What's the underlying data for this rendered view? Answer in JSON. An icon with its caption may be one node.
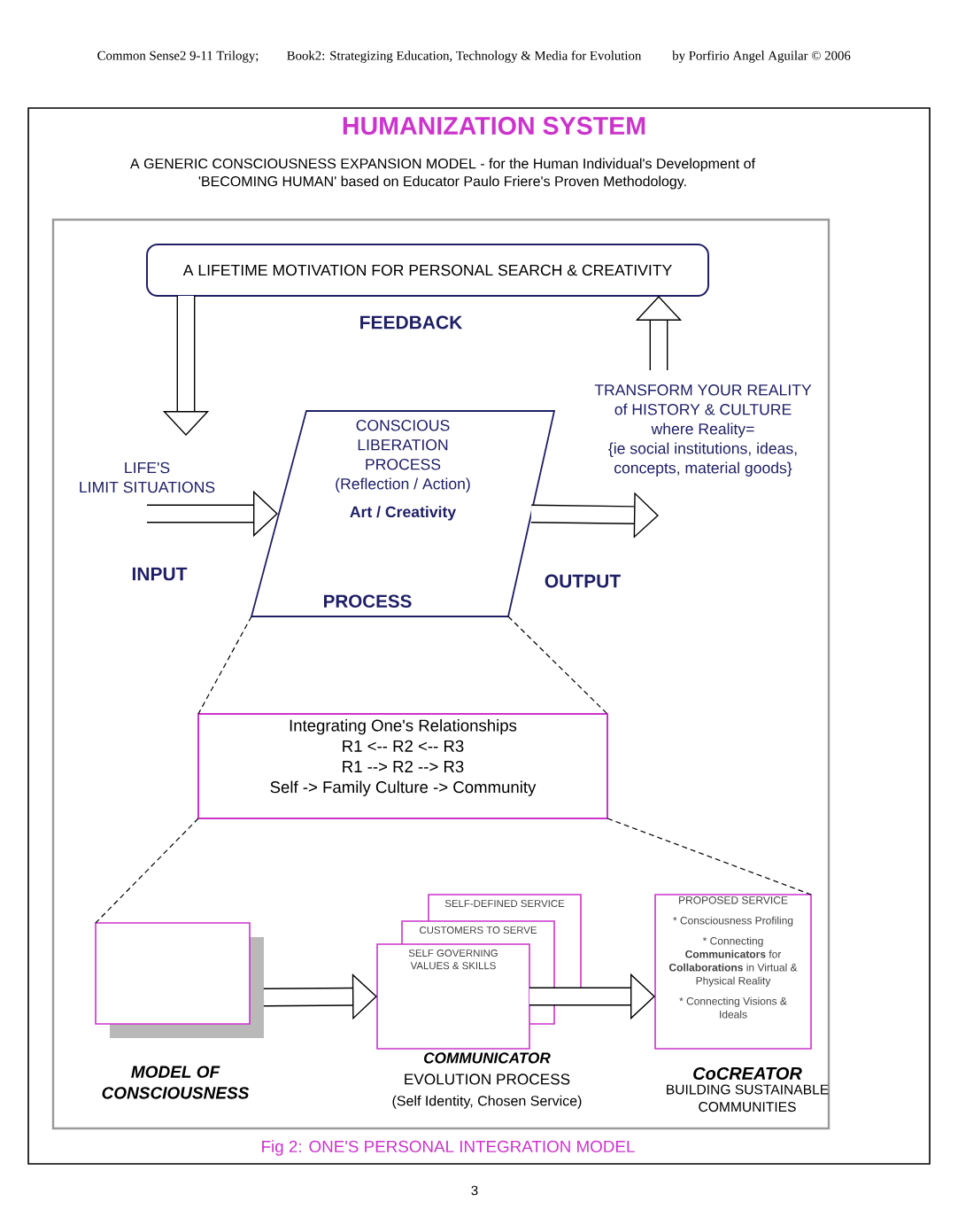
{
  "diagram": {
    "title": "HUMANIZATION SYSTEM",
    "caption": "Fig 2: ONE'S PERSONAL INTEGRATION MODEL",
    "nodes": [
      {
        "text": [
          "A LIFETIME MOTIVATION FOR PERSONAL SEARCH & CREATIVITY"
        ]
      },
      {
        "text": [
          "LIFE'S LIMIT SITUATIONS"
        ]
      },
      {
        "text": [
          "CONSCIOUS LIBERATION PROCESS (Reflection / Action)",
          "Art / Creativity",
          "PROCESS"
        ]
      },
      {
        "text": [
          "TRANSFORM YOUR REALITY of HISTORY & CULTURE where Reality= {ie social institutions, ideas, concepts, material goods}"
        ]
      },
      {
        "text": [
          "Integrating One's Relationships",
          "R1 <-- R2 <-- R3",
          "R1 --> R2 --> R3",
          "Self -> Family Culture -> Community"
        ]
      },
      {
        "text": [],
        "shape": "box",
        "beside": [
          "MODEL OF CONSCIOUSNESS"
        ]
      },
      {
        "text": [
          "SELF-DEFINED SERVICE"
        ]
      },
      {
        "text": [
          "CUSTOMERS TO SERVE"
        ]
      },
      {
        "text": [
          "SELF GOVERNING VALUES & SKILLS"
        ],
        "beside": [
          "COMMUNICATOR",
          "EVOLUTION PROCESS",
          "(Self Identity, Chosen Service)"
        ]
      },
      {
        "text": [
          "PROPOSED SERVICE",
          "* Consciousness Profiling",
          "* Connecting **Communicators** for **Collaborations** in Virtual & Physical Reality",
          "* Connecting Visions & Ideals"
        ],
        "beside": [
          "CoCREATOR",
          "BUILDING SUSTAINABLE COMMUNITIES"
        ]
      }
    ],
    "edges": [
      {
        "from": 0,
        "to": 1,
        "arrow": "to"
      },
      {
        "from": 1,
        "to": 2,
        "arrow": "to"
      },
      {
        "from": 2,
        "to": 3,
        "arrow": "to"
      },
      {
        "from": 3,
        "to": 0,
        "arrow": "to"
      },
      {
        "from": 2,
        "to": 4,
        "arrow": "none",
        "style": "dashed"
      },
      {
        "from": 2,
        "to": 4,
        "arrow": "none",
        "style": "dashed"
      },
      {
        "from": 4,
        "to": 5,
        "arrow": "none",
        "style": "dashed"
      },
      {
        "from": 4,
        "to": 9,
        "arrow": "none",
        "style": "dashed"
      },
      {
        "from": 5,
        "to": 8,
        "arrow": "to"
      },
      {
        "from": 8,
        "to": 9,
        "arrow": "to"
      }
    ],
    "labels": [
      "Common Sense2 9-11 Trilogy;",
      "Book2: Strategizing Education, Technology & Media for Evolution",
      "by Porfirio Angel Aguilar © 2006",
      "A GENERIC CONSCIOUSNESS EXPANSION MODEL - for the Human Individual's Development of 'BECOMING HUMAN' based on Educator Paulo Friere's Proven Methodology.",
      "FEEDBACK",
      "INPUT",
      "OUTPUT",
      "3"
    ]
  }
}
